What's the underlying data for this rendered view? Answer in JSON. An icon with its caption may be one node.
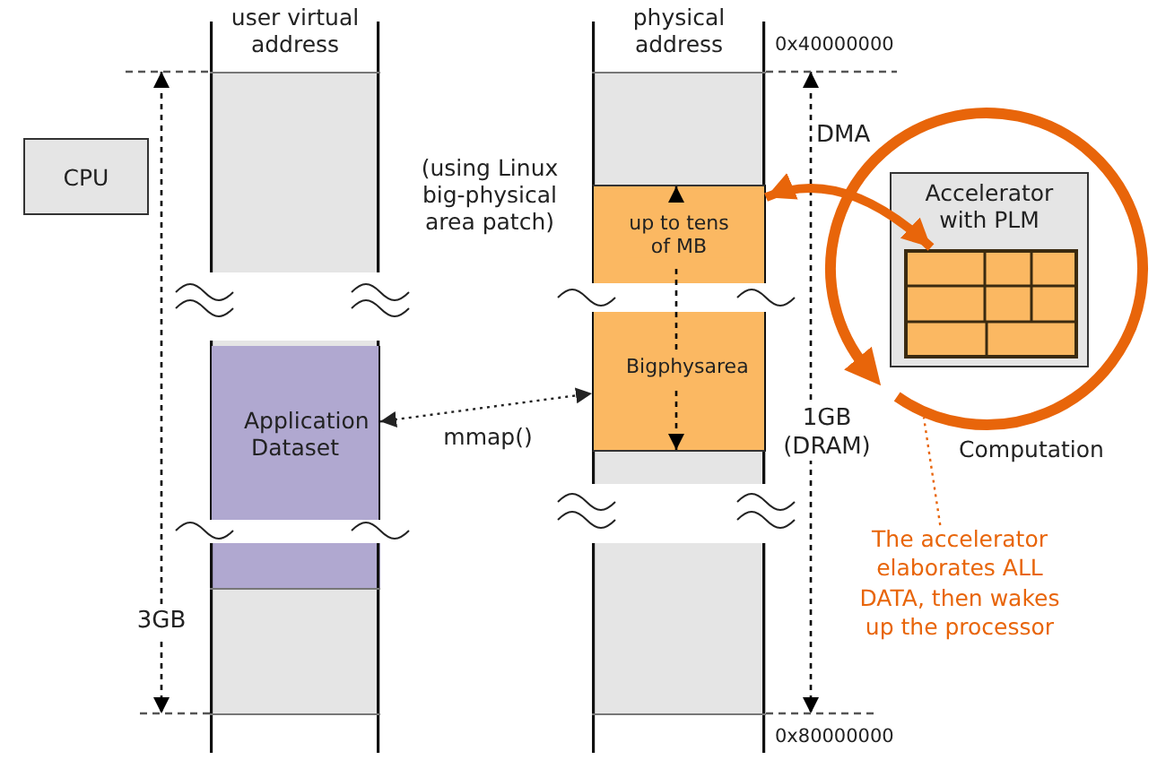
{
  "diagram": {
    "nodes": [
      {
        "text": [
          "CPU"
        ]
      },
      {
        "text": [
          "user virtual address"
        ]
      },
      {
        "text": [
          "Application Dataset"
        ],
        "in": 1
      },
      {
        "text": [
          "physical address"
        ]
      },
      {
        "text": [
          "up to tens of MB"
        ],
        "in": 3
      },
      {
        "text": [
          "Bigphysarea"
        ],
        "in": 3
      },
      {
        "text": [],
        "shape": "circle",
        "beside": [
          "Computation"
        ]
      },
      {
        "text": [
          "Accelerator with PLM"
        ],
        "in": 6
      },
      {
        "text": [],
        "shape": "box",
        "in": 7
      },
      {
        "text": [
          "The accelerator elaborates ALL DATA, then wakes up the processor"
        ]
      }
    ],
    "edges": [
      {
        "from": 2,
        "to": 5,
        "arrow": "both",
        "label": "mmap()",
        "style": "dashed",
        "color": "#222222"
      },
      {
        "from": 4,
        "to": 8,
        "arrow": "both",
        "style": "thick",
        "color": "#e8650a"
      },
      {
        "from": 9,
        "to": 6,
        "arrow": "none",
        "style": "dashed",
        "color": "#e8650a"
      }
    ],
    "labels": [
      "0x40000000",
      "(using Linux big-physical area patch)",
      "DMA",
      "1GB (DRAM)",
      "3GB",
      "0x80000000"
    ]
  }
}
